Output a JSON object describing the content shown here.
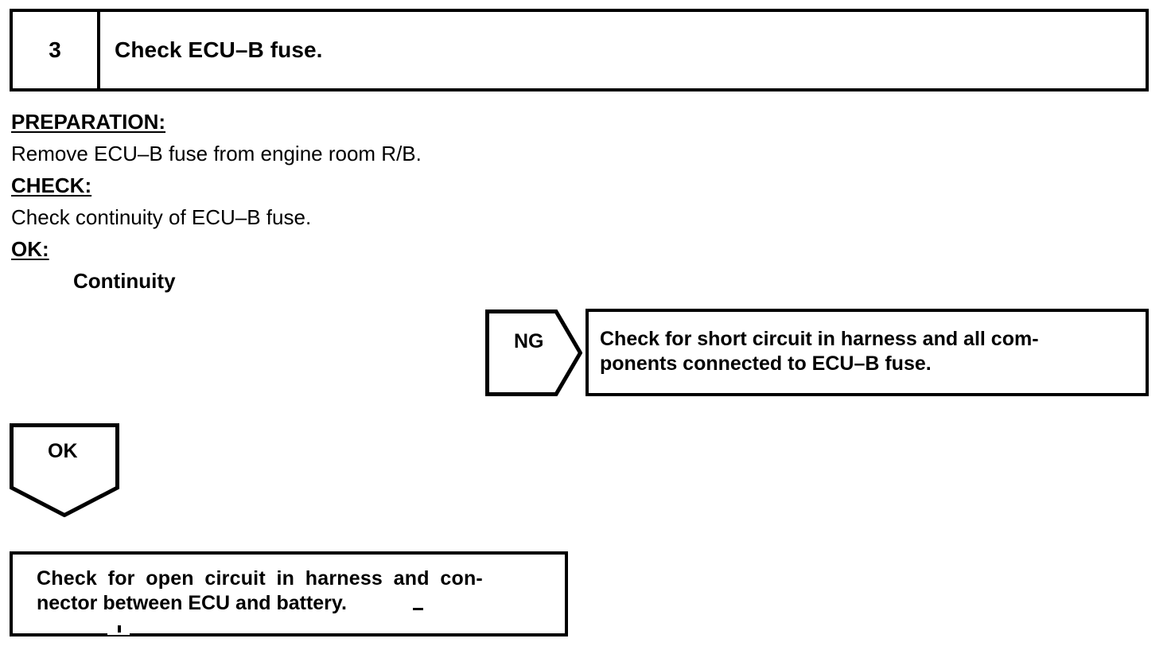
{
  "step": {
    "number": "3",
    "title": "Check ECU–B fuse."
  },
  "procedure": {
    "preparation_label": "PREPARATION:",
    "preparation_text": "Remove ECU–B fuse from engine room R/B.",
    "check_label": "CHECK:",
    "check_text": "Check continuity of ECU–B fuse.",
    "ok_label": "OK:",
    "ok_result": "Continuity"
  },
  "flow": {
    "ng_arrow_label": "NG",
    "ok_arrow_label": "OK",
    "ng_result_line1": "Check for short circuit in harness and all com-",
    "ng_result_line2": "ponents connected to ECU–B fuse.",
    "open_result_line1": "Check for open circuit in harness and con-",
    "open_result_line2": "nector between ECU and battery."
  },
  "colors": {
    "ink": "#000000",
    "paper": "#ffffff"
  }
}
